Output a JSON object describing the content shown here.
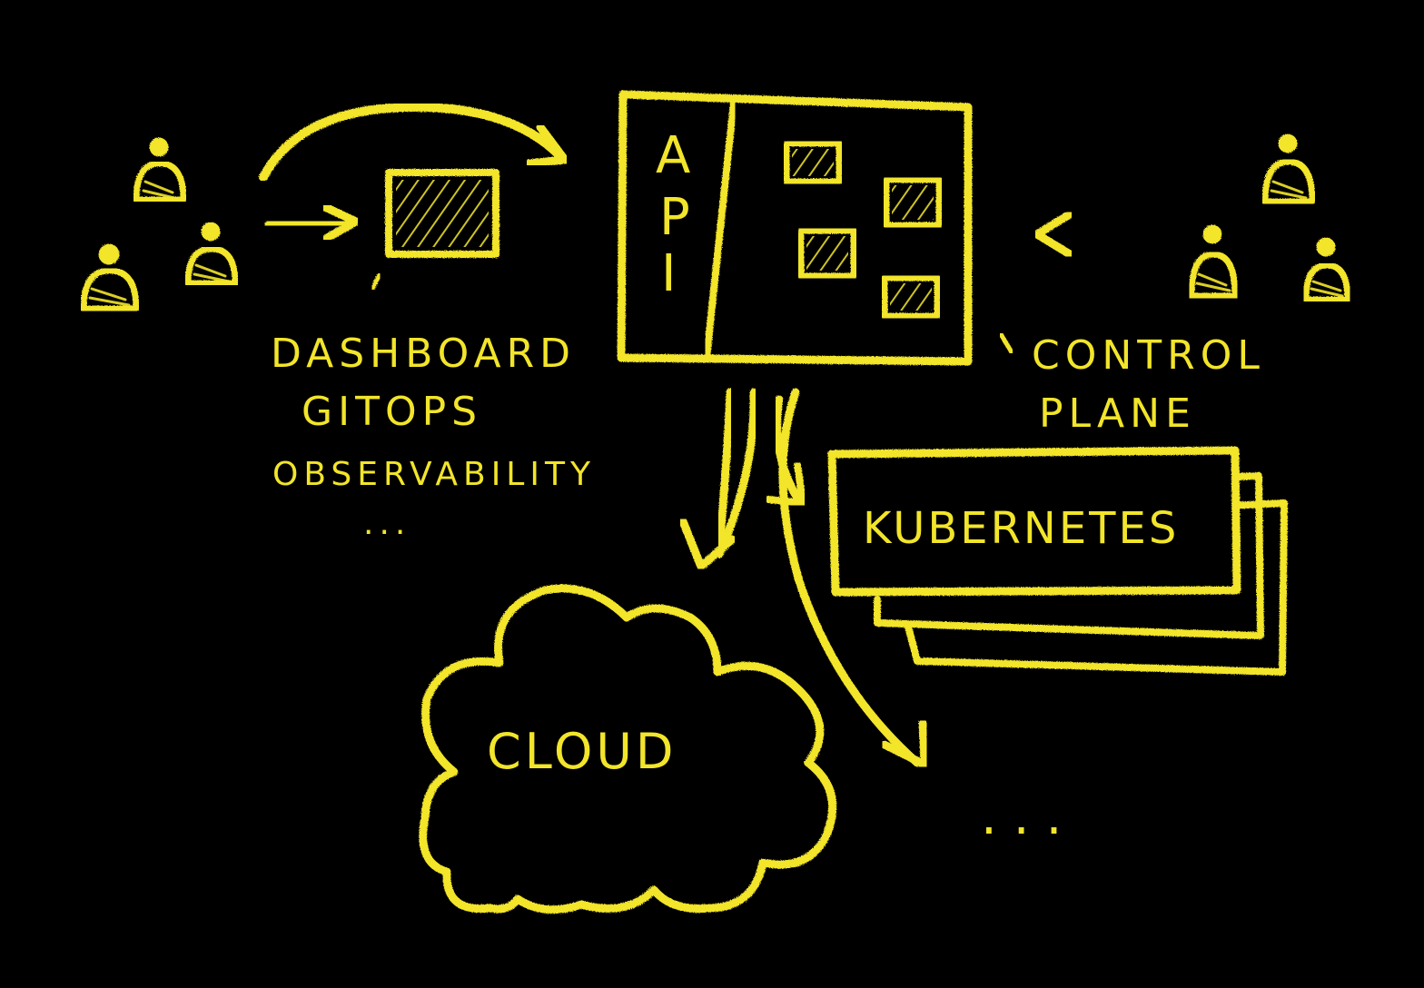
{
  "background_color": "#000000",
  "chalk_color": "#f2e52a",
  "labels": {
    "api": "API",
    "dashboard": "DASHBOARD",
    "gitops": "GITOPS",
    "observability": "OBSERVABILITY",
    "ellipsis_left": "...",
    "control": "CONTROL",
    "plane": "PLANE",
    "kubernetes": "KUBERNETES",
    "cloud": "CLOUD",
    "ellipsis_right": "..."
  },
  "icons": {
    "left_users": "person-icon",
    "right_users": "person-icon",
    "dashboard_screen": "screen-icon",
    "cloud": "cloud-icon",
    "kubernetes_stack": "stacked-cards-icon"
  }
}
